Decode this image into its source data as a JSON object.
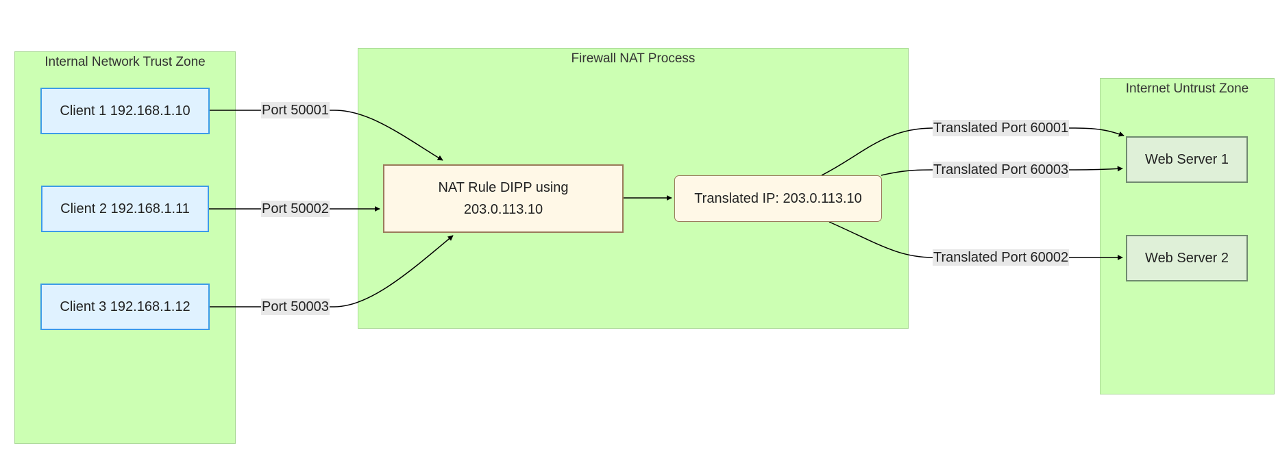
{
  "zones": {
    "internal": "Internal Network Trust Zone",
    "firewall": "Firewall NAT Process",
    "internet": "Internet Untrust Zone"
  },
  "nodes": {
    "client1": "Client 1 192.168.1.10",
    "client2": "Client 2 192.168.1.11",
    "client3": "Client 3 192.168.1.12",
    "nat_rule_line1": "NAT Rule DIPP using",
    "nat_rule_line2": "203.0.113.10",
    "translated_ip": "Translated IP: 203.0.113.10",
    "web_server_1": "Web Server 1",
    "web_server_2": "Web Server 2"
  },
  "edges": {
    "client1_port": "Port 50001",
    "client2_port": "Port 50002",
    "client3_port": "Port 50003",
    "to_ws1_a": "Translated Port 60001",
    "to_ws1_b": "Translated Port 60003",
    "to_ws2": "Translated Port 60002"
  },
  "colors": {
    "zone_fill": "#ccffb3",
    "client_fill": "#e0f2ff",
    "client_border": "#3d9be9",
    "nat_fill": "#fff8e7",
    "server_fill": "#dff0d8"
  }
}
